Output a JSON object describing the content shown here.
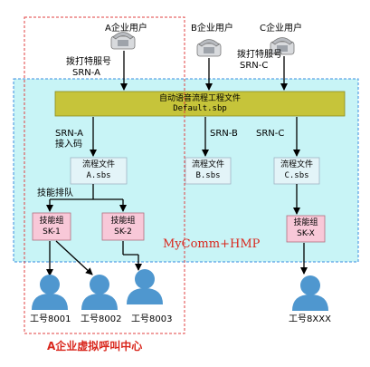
{
  "users": {
    "a": "A企业用户",
    "b": "B企业用户",
    "c": "C企业用户"
  },
  "dial": {
    "a_line1": "拨打特服号",
    "a_line2": "SRN-A",
    "c_line1": "拨打特服号",
    "c_line2": "SRN-C"
  },
  "ivr": {
    "title": "自动语音流程工程文件",
    "file": "Default.sbp"
  },
  "routes": {
    "a_line1": "SRN-A",
    "a_line2": "接入码",
    "b": "SRN-B",
    "c": "SRN-C"
  },
  "flows": {
    "a_title": "流程文件",
    "a_file": "A.sbs",
    "b_title": "流程文件",
    "b_file": "B.sbs",
    "c_title": "流程文件",
    "c_file": "C.sbs"
  },
  "queue_label": "技能排队",
  "skills": {
    "sk1_title": "技能组",
    "sk1_code": "SK-1",
    "sk2_title": "技能组",
    "sk2_code": "SK-2",
    "skx_title": "技能组",
    "skx_code": "SK-X"
  },
  "platform": "MyComm+HMP",
  "agents": {
    "a1": "工号8001",
    "a2": "工号8002",
    "a3": "工号8003",
    "ax": "工号8XXX"
  },
  "center_label": "A企业虚拟呼叫中心",
  "colors": {
    "cyan_region": "#c8f4f6",
    "ivr_box": "#c6c43a",
    "flow_box": "#e3f4f8",
    "skill_box": "#f8c8d8",
    "person": "#4f97cf",
    "dashed_red": "#e04040",
    "dashed_blue": "#3a8ee0",
    "text_red": "#d9261c"
  }
}
